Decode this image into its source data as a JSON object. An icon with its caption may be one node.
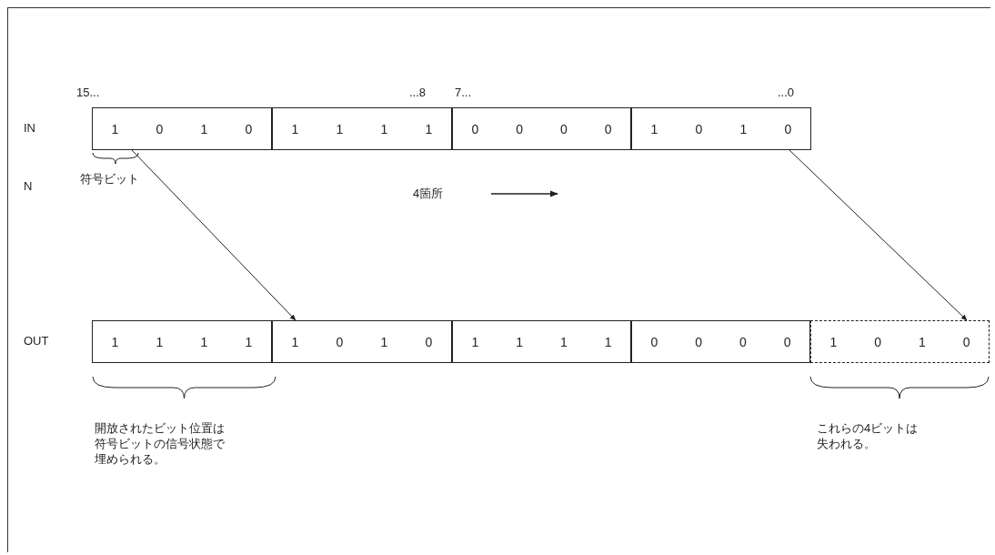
{
  "diagram": {
    "nodes": [
      {
        "text": [
          "1",
          "0",
          "1",
          "0"
        ]
      },
      {
        "text": [
          "1",
          "1",
          "1",
          "1"
        ]
      },
      {
        "text": [
          "0",
          "0",
          "0",
          "0"
        ]
      },
      {
        "text": [
          "1",
          "0",
          "1",
          "0"
        ]
      },
      {
        "text": [
          "1",
          "1",
          "1",
          "1"
        ]
      },
      {
        "text": [
          "1",
          "0",
          "1",
          "0"
        ]
      },
      {
        "text": [
          "1",
          "1",
          "1",
          "1"
        ]
      },
      {
        "text": [
          "0",
          "0",
          "0",
          "0"
        ]
      },
      {
        "text": [
          "1",
          "0",
          "1",
          "0"
        ]
      }
    ],
    "edges": [
      {
        "from": 0,
        "to": 5,
        "arrow": "to"
      },
      {
        "from": 3,
        "to": 8,
        "arrow": "to"
      }
    ],
    "labels": [
      "15...",
      "...8",
      "7...",
      "...0",
      "IN",
      "N",
      "符号ビット",
      "4箇所",
      "OUT",
      "開放されたビット位置は符号ビットの信号状態で埋められる。",
      "これらの4ビットは失われる。"
    ]
  }
}
